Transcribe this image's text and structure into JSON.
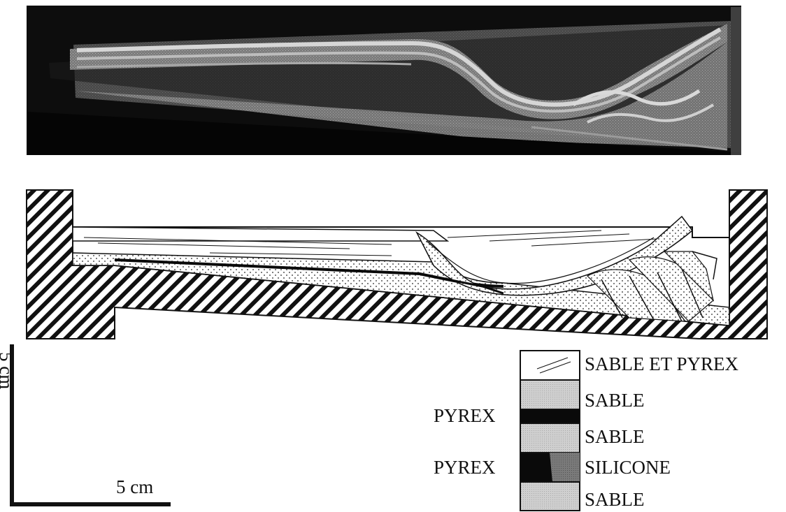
{
  "scale": {
    "vertical_label": "5 cm",
    "horizontal_label": "5 cm"
  },
  "legend": {
    "entries": [
      {
        "label": "SABLE ET PYREX",
        "side_label": ""
      },
      {
        "label": "SABLE",
        "side_label": ""
      },
      {
        "label": "SABLE",
        "side_label": "PYREX"
      },
      {
        "label": "SILICONE",
        "side_label": "PYREX"
      },
      {
        "label": "SABLE",
        "side_label": ""
      }
    ]
  },
  "colors": {
    "photo_background": "#0d0d0d",
    "photo_sand": "#9a9a9a",
    "hatch": "#111111",
    "sable_fill": "#d0d0d0",
    "pyrex_fill": "#0a0a0a",
    "silicone_fill": "#7a7a7a"
  }
}
